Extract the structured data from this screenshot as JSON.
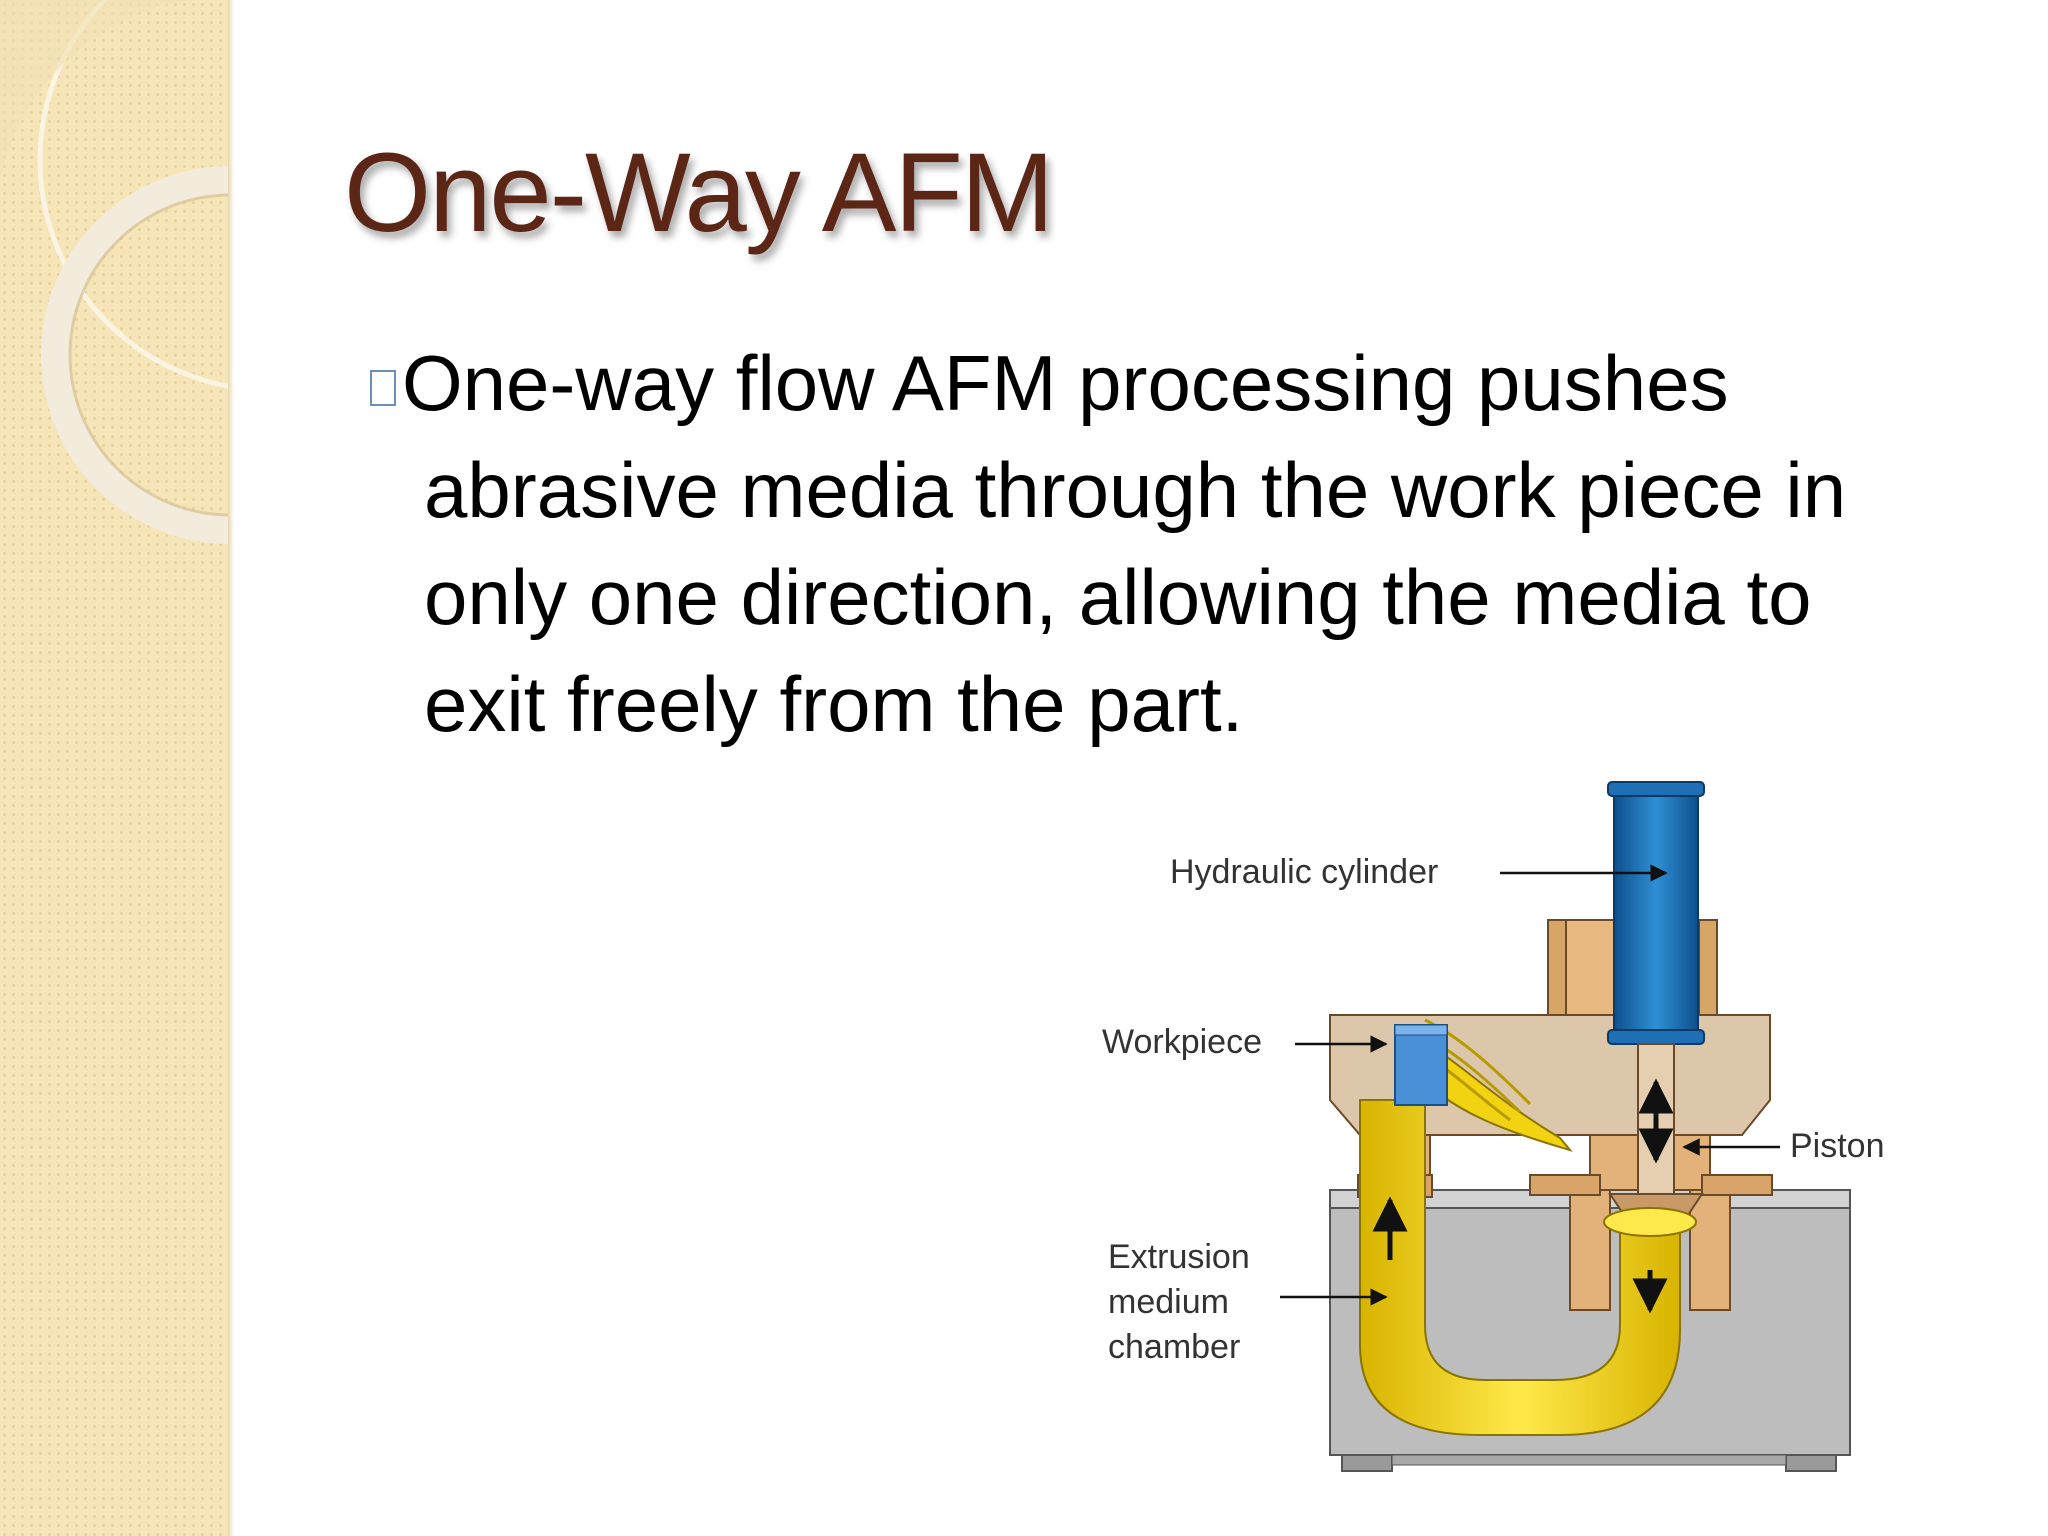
{
  "slide": {
    "title": "One-Way AFM",
    "bullet_lines": [
      "One-way flow AFM processing pushes",
      "abrasive media through the work piece in",
      "only one direction, allowing the media to",
      "exit freely from the part."
    ]
  },
  "diagram": {
    "labels": {
      "hydraulic_cylinder": "Hydraulic cylinder",
      "workpiece": "Workpiece",
      "piston": "Piston",
      "extrusion_1": "Extrusion",
      "extrusion_2": "medium",
      "extrusion_3": "chamber"
    },
    "colors": {
      "cylinder": "#1e6fb3",
      "medium": "#f2d311",
      "housing": "#dcc0a0",
      "base": "#b9b9b9",
      "title": "#5b2616"
    }
  }
}
